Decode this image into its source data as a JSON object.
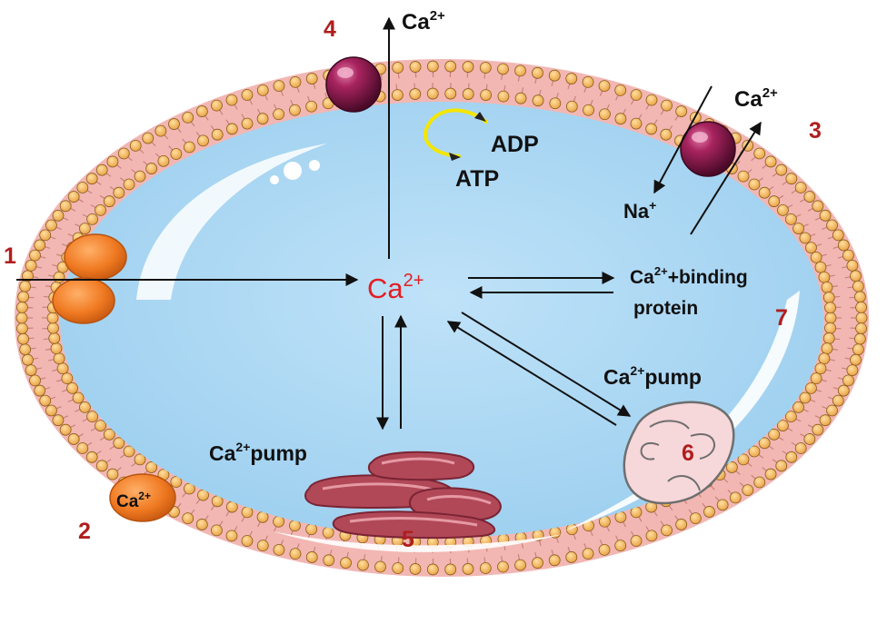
{
  "colors": {
    "cytoplasm": "#A9D7F3",
    "membrane": "#F2B7B3",
    "lipid_head": "#F2B45E",
    "lipid_head_edge": "#8A5A1C",
    "channel": "#F07A22",
    "exchanger": "#8E1F4F",
    "er": "#B14858",
    "mitochondrion": "#F6D7DA",
    "free_calcium": "#E31E24",
    "number": "#B01E1E",
    "cycle_arrow": "#F4E600"
  },
  "labels": {
    "ca_top": {
      "base": "Ca",
      "sup": "2+"
    },
    "ca_right": {
      "base": "Ca",
      "sup": "2+"
    },
    "na": {
      "base": "Na",
      "sup": "+"
    },
    "center": {
      "base": "Ca",
      "sup": "2+"
    },
    "binding_line1": {
      "base": "Ca",
      "sup": "2+",
      "rest": "+binding"
    },
    "binding_line2": "protein",
    "pump_er": {
      "base": "Ca",
      "sup": "2+",
      "rest": "pump"
    },
    "pump_mito": {
      "base": "Ca",
      "sup": "2+",
      "rest": "pump"
    },
    "ca_channel2": {
      "base": "Ca",
      "sup": "2+"
    },
    "adp": "ADP",
    "atp": "ATP"
  },
  "numbers": {
    "n1": "1",
    "n2": "2",
    "n3": "3",
    "n4": "4",
    "n5": "5",
    "n6": "6",
    "n7": "7"
  }
}
